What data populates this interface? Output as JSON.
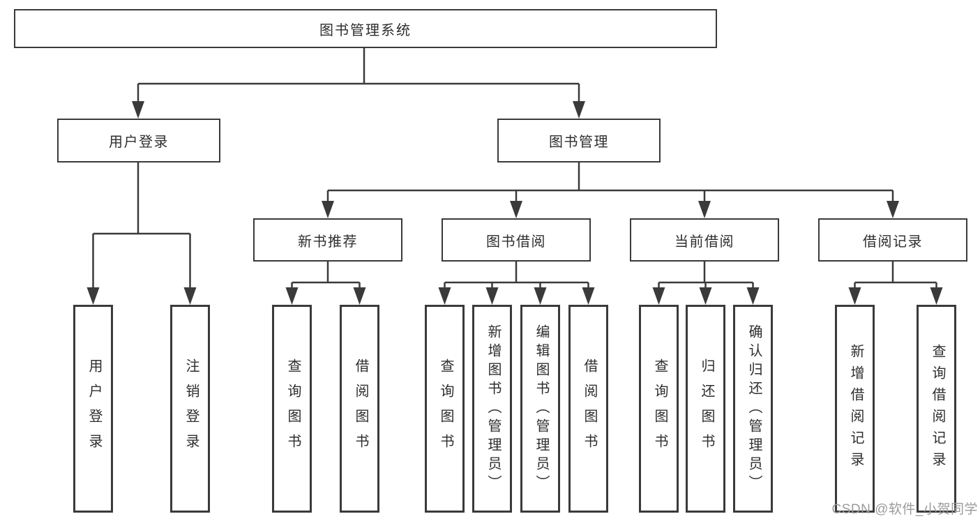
{
  "diagram": {
    "root": {
      "label": "图书管理系统"
    },
    "branches": {
      "userLogin": {
        "label": "用户登录",
        "children": {
          "login": {
            "label": "用户登录"
          },
          "logout": {
            "label": "注销登录"
          }
        }
      },
      "bookManagement": {
        "label": "图书管理",
        "children": {
          "newBookRecommend": {
            "label": "新书推荐",
            "children": {
              "queryBook": {
                "label": "查询图书"
              },
              "borrowBook": {
                "label": "借阅图书"
              }
            }
          },
          "bookBorrowing": {
            "label": "图书借阅",
            "children": {
              "queryBook": {
                "label": "查询图书"
              },
              "addBook": {
                "label": "新增图书（管理员）"
              },
              "editBook": {
                "label": "编辑图书（管理员）"
              },
              "borrowBook": {
                "label": "借阅图书"
              }
            }
          },
          "currentBorrowing": {
            "label": "当前借阅",
            "children": {
              "queryBook": {
                "label": "查询图书"
              },
              "returnBook": {
                "label": "归还图书"
              },
              "confirmReturn": {
                "label": "确认归还（管理员）"
              }
            }
          },
          "borrowingRecords": {
            "label": "借阅记录",
            "children": {
              "addRecord": {
                "label": "新增借阅记录"
              },
              "queryRecord": {
                "label": "查询借阅记录"
              }
            }
          }
        }
      }
    },
    "watermark": "CSDN @软件_小贺同学",
    "colors": {
      "line": "#3a3a3a",
      "border": "#3a3a3a",
      "text": "#2e2e2e",
      "watermark": "#9b9b9b",
      "background": "#ffffff"
    }
  }
}
